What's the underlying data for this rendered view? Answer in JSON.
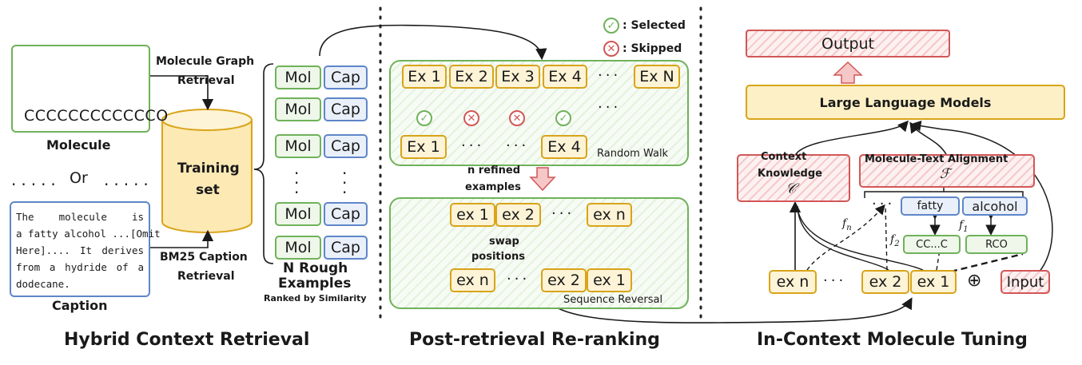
{
  "retrieval": {
    "molecule_smiles": "CCCCCCCCCCCCO",
    "molecule_label": "Molecule",
    "or_text": "Or",
    "caption_text_lines": [
      "The molecule is",
      "a fatty alcohol ...[Omit",
      "Here].... It derives",
      "from a hydride of a",
      "dodecane."
    ],
    "caption_label": "Caption",
    "graph_retrieval_line1": "Molecule Graph",
    "graph_retrieval_line2": "Retrieval",
    "bm25_line1": "BM25 Caption",
    "bm25_line2": "Retrieval",
    "training_line1": "Training",
    "training_line2": "set",
    "mol": "Mol",
    "cap": "Cap",
    "rough_line1": "N Rough",
    "rough_line2": "Examples",
    "ranked": "Ranked by Similarity",
    "section_title": "Hybrid Context Retrieval"
  },
  "rerank": {
    "legend_selected": ": Selected",
    "legend_skipped": ": Skipped",
    "ex_top": [
      "Ex 1",
      "Ex 2",
      "Ex 3",
      "Ex 4",
      "Ex N"
    ],
    "ex_row2": [
      "Ex 1",
      "Ex 4"
    ],
    "random_walk": "Random Walk",
    "refined_line1": "n refined",
    "refined_line2": "examples",
    "ex_lower": [
      "ex 1",
      "ex 2",
      "ex n"
    ],
    "swap_line1": "swap",
    "swap_line2": "positions",
    "ex_reversed": [
      "ex n",
      "ex 2",
      "ex 1"
    ],
    "sequence_reversal": "Sequence Reversal",
    "section_title": "Post-retrieval Re-ranking"
  },
  "tuning": {
    "output": "Output",
    "llm": "Large Language Models",
    "context_line1": "Context",
    "context_line2": "Knowledge",
    "context_symbol": "𝒞",
    "alignment": "Molecule-Text Alignment",
    "alignment_symbol": "ℱ",
    "fatty": "fatty",
    "alcohol": "alcohol",
    "cc": "CC...C",
    "rco": "RCO",
    "f1": "f",
    "f1_sub": "1",
    "f2": "f",
    "f2_sub": "2",
    "fn": "f",
    "fn_sub": "n",
    "ex_seq": [
      "ex n",
      "ex 2",
      "ex 1"
    ],
    "oplus": "⊕",
    "input": "Input",
    "section_title": "In-Context Molecule Tuning"
  }
}
